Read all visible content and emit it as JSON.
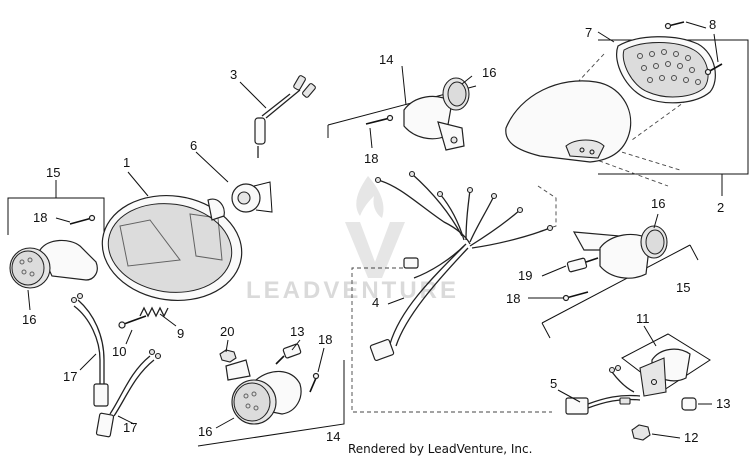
{
  "watermark": {
    "brand": "LEADVENTURE"
  },
  "credit": "Rendered by LeadVenture, Inc.",
  "callouts": [
    {
      "id": "n1",
      "label": "1"
    },
    {
      "id": "n2",
      "label": "2"
    },
    {
      "id": "n3",
      "label": "3"
    },
    {
      "id": "n4",
      "label": "4"
    },
    {
      "id": "n5",
      "label": "5"
    },
    {
      "id": "n6",
      "label": "6"
    },
    {
      "id": "n7",
      "label": "7"
    },
    {
      "id": "n8",
      "label": "8"
    },
    {
      "id": "n9",
      "label": "9"
    },
    {
      "id": "n10",
      "label": "10"
    },
    {
      "id": "n11",
      "label": "11"
    },
    {
      "id": "n12",
      "label": "12"
    },
    {
      "id": "n13a",
      "label": "13"
    },
    {
      "id": "n13b",
      "label": "13"
    },
    {
      "id": "n14a",
      "label": "14"
    },
    {
      "id": "n14b",
      "label": "14"
    },
    {
      "id": "n15a",
      "label": "15"
    },
    {
      "id": "n15b",
      "label": "15"
    },
    {
      "id": "n16a",
      "label": "16"
    },
    {
      "id": "n16b",
      "label": "16"
    },
    {
      "id": "n16c",
      "label": "16"
    },
    {
      "id": "n16d",
      "label": "16"
    },
    {
      "id": "n17a",
      "label": "17"
    },
    {
      "id": "n17b",
      "label": "17"
    },
    {
      "id": "n18a",
      "label": "18"
    },
    {
      "id": "n18b",
      "label": "18"
    },
    {
      "id": "n18c",
      "label": "18"
    },
    {
      "id": "n18d",
      "label": "18"
    },
    {
      "id": "n19",
      "label": "19"
    },
    {
      "id": "n20",
      "label": "20"
    }
  ]
}
